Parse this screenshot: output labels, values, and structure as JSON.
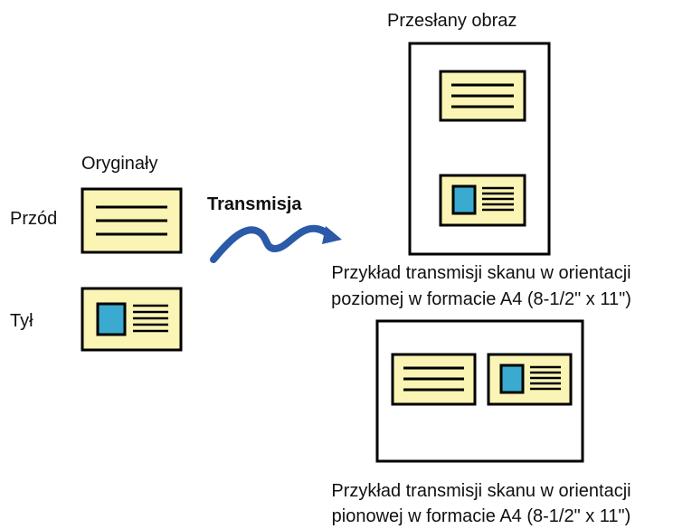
{
  "labels": {
    "result_title": "Przesłany obraz",
    "originals": "Oryginały",
    "front": "Przód",
    "back": "Tył",
    "transmission": "Transmisja",
    "landscape_caption_line1": "Przykład transmisji skanu w orientacji",
    "landscape_caption_line2": "poziomej w formacie A4 (8-1/2\" x 11\")",
    "portrait_caption_line1": "Przykład transmisji skanu w orientacji",
    "portrait_caption_line2": "pionowej w formacie A4 (8-1/2\" x 11\")"
  },
  "colors": {
    "card_fill": "#fbf5b5",
    "photo_fill": "#3aaad0",
    "arrow": "#2a5aa8",
    "stroke": "#000000"
  }
}
